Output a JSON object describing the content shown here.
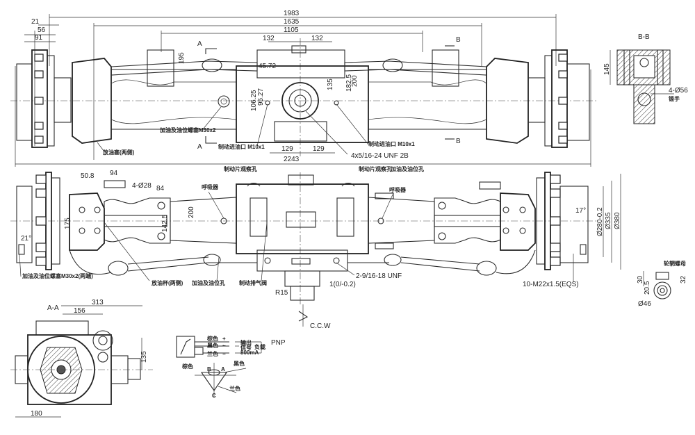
{
  "drawing": {
    "title": "Drive axle assembly outline drawing",
    "top_view": {
      "overall_dims": [
        "1983",
        "1635",
        "1105",
        "2243"
      ],
      "left_offsets": [
        "21",
        "56",
        "91"
      ],
      "center_dims": [
        "132",
        "132",
        "45.72",
        "195",
        "135",
        "182.5",
        "200",
        "106.25",
        "95.27",
        "129",
        "129"
      ],
      "section_marks": [
        "A",
        "A",
        "B",
        "B"
      ],
      "callouts": {
        "fill_level_plug": "加油及油位螺塞M30x2",
        "drain_plug": "放油塞(两侧)",
        "brake_inlet_left": "制动进油口 M10x1",
        "brake_inlet_right": "制动进油口 M10x1",
        "flange_bolts": "4x5/16-24 UNF 2B"
      }
    },
    "front_view": {
      "dims": [
        "50.8",
        "94",
        "4-Ø28",
        "84",
        "175",
        "21°",
        "200",
        "142.5",
        "17°",
        "Ø280-0.2",
        "Ø335",
        "Ø380",
        "1(0/-0.2)",
        "R15"
      ],
      "callouts": {
        "breather_left": "呼吸器",
        "breather_right": "呼吸器",
        "brake_view_left": "制动片观察孔",
        "brake_view_right": "制动片观察孔",
        "fill_level_hole_top": "加油及油位孔",
        "fill_plug_both": "加油及油位螺塞M30x2(两端)",
        "drain_both": "放油杯(两侧)",
        "fill_level_hole": "加油及油位孔",
        "brake_bleed": "制动排气阀",
        "port_thread": "2-9/16-18 UNF",
        "wheel_studs": "10-M22x1.5(EQS)",
        "rotation": "C.C.W"
      }
    },
    "section_aa": {
      "label": "A-A",
      "dims": [
        "313",
        "156",
        "135",
        "180"
      ]
    },
    "section_bb": {
      "label": "B-B",
      "dims": [
        "145",
        "4-Ø56"
      ],
      "note": "锻手"
    },
    "wheel_nut": {
      "label": "轮辋螺母",
      "dims": [
        "30",
        "20.5",
        "32",
        "Ø46"
      ]
    },
    "sensor": {
      "type": "PNP",
      "wires": [
        "棕色",
        "黑色",
        "兰色"
      ],
      "signals": [
        "+",
        "~",
        "−"
      ],
      "output": [
        "输出",
        "信号",
        "800mA"
      ],
      "load": "负载",
      "pins": [
        "B",
        "A",
        "C"
      ],
      "bottom_labels": [
        "棕色",
        "黑色",
        "兰色"
      ]
    }
  }
}
